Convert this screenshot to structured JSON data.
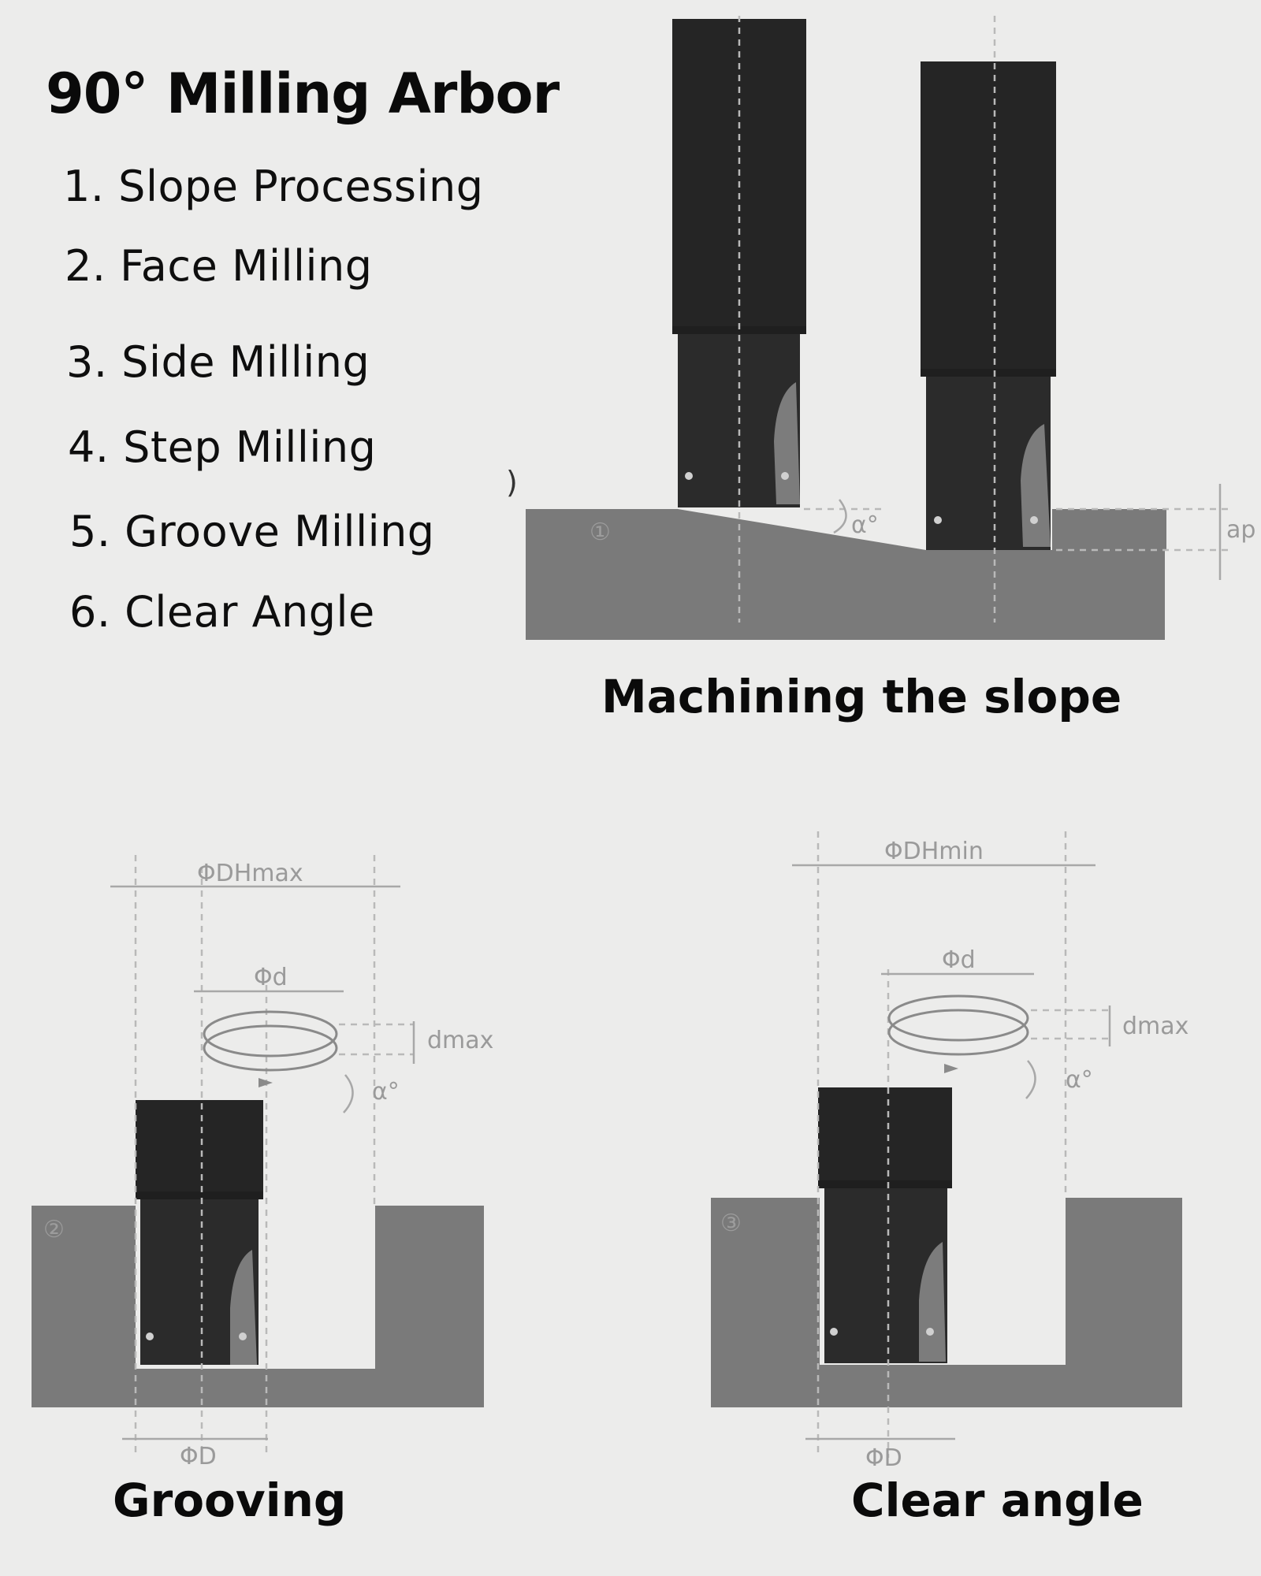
{
  "title": "90° Milling Arbor",
  "features": [
    "1. Slope Processing",
    "2. Face Milling",
    "3. Side Milling",
    "4. Step Milling",
    "5. Groove Milling",
    "6. Clear Angle"
  ],
  "captions": {
    "slope": "Machining the slope",
    "groove": "Grooving",
    "clear": "Clear angle"
  },
  "labels": {
    "slope_marker": "①",
    "slope_angle": "α°",
    "slope_depth": "ap",
    "slope_partial": ")",
    "groove_marker": "②",
    "groove_dhmax": "ΦDHmax",
    "groove_d": "Φd",
    "groove_dmax": "dmax",
    "groove_angle": "α°",
    "groove_D": "ΦD",
    "clear_marker": "③",
    "clear_dhmin": "ΦDHmin",
    "clear_d": "Φd",
    "clear_dmax": "dmax",
    "clear_angle": "α°",
    "clear_D": "ΦD"
  }
}
